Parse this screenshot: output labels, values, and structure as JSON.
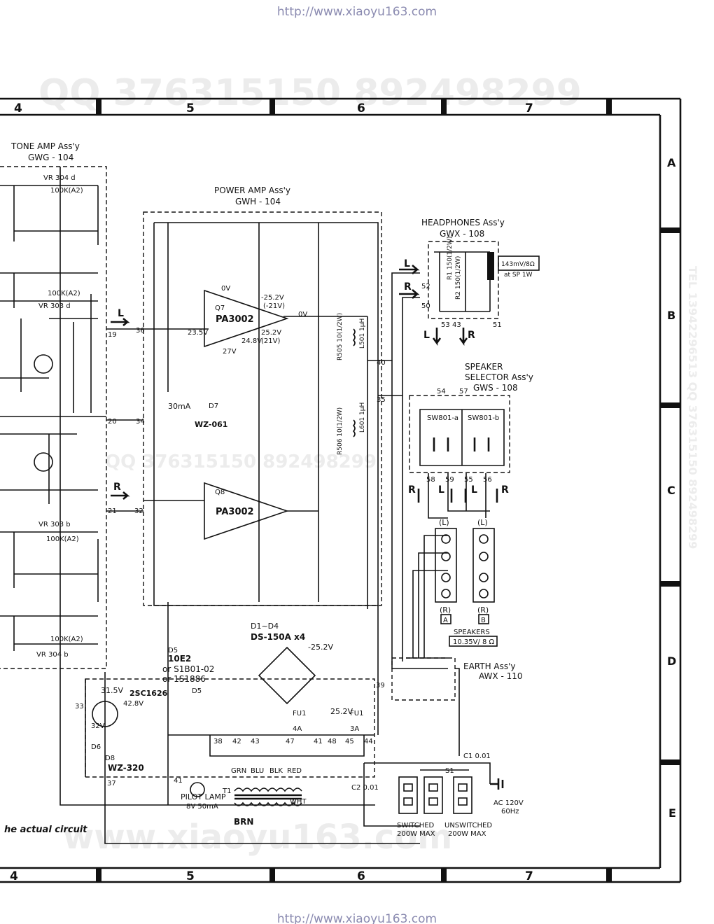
{
  "header_url": "http://www.xiaoyu163.com",
  "footer_url": "http://www.xiaoyu163.com",
  "watermarks": {
    "top": "QQ 376315150   892498299",
    "mid": "QQ 376315150  892498299",
    "bottom": "www.xiaoyu163.com",
    "side": "TEL 13942296513  QQ 376315150 892498299"
  },
  "columns": [
    "4",
    "5",
    "6",
    "7"
  ],
  "rows": [
    "A",
    "B",
    "C",
    "D",
    "E"
  ],
  "blocks": {
    "tone": {
      "title": "TONE AMP Ass'y",
      "model": "GWG - 104"
    },
    "power": {
      "title": "POWER AMP Ass'y",
      "model": "GWH - 104"
    },
    "headphones": {
      "title": "HEADPHONES Ass'y",
      "model": "GWX - 108"
    },
    "speaker": {
      "title": "SPEAKER",
      "title2": "SELECTOR Ass'y",
      "model": "GWS - 108"
    },
    "earth": {
      "title": "EARTH Ass'y",
      "model": "AWX - 110"
    }
  },
  "labels": {
    "ic_top": "PA3002",
    "ic_bot": "PA3002",
    "q7": "Q7",
    "q8": "Q8",
    "v_neg": "-25.2V",
    "v_neg2": "(-21V)",
    "v_pos": "25.2V",
    "v_pos2": "(21V)",
    "v_235": "23.5V",
    "v_248": "24.8V",
    "v_27": "27V",
    "ov": "0V",
    "ma30": "30mA",
    "d7": "D7",
    "wz061": "WZ-061",
    "l_arrow": "L",
    "r_arrow": "R",
    "diodes": "D1~D4",
    "ds150": "DS-150A x4",
    "v252": "-25.2V",
    "v252b": "25.2V",
    "d5": "D5",
    "d5a": "10E2",
    "d5b": "or S1B01-02",
    "d5c": "or 1S1886",
    "v315": "31.5V",
    "tr": "2SC1626",
    "v428": "42.8V",
    "v32": "32V",
    "d6": "D6",
    "d8": "D8",
    "wz320": "WZ-320",
    "pilot": "PILOT LAMP",
    "pilot2": "8V 50mA",
    "t1": "T1",
    "grn": "GRN",
    "blu": "BLU",
    "blk": "BLK",
    "red": "RED",
    "brn": "BRN",
    "wht": "WHT",
    "fu1": "FU1",
    "fu1a": "4A",
    "fu2": "FU1",
    "fu2a": "3A",
    "c1": "C1 0.01",
    "c2": "C2 0.01",
    "s1": "S1",
    "ac": "AC 120V",
    "ac2": "60Hz",
    "switched": "SWITCHED",
    "switched2": "200W MAX",
    "unswitched": "UNSWITCHED",
    "unswitched2": "200W MAX",
    "speakers": "SPEAKERS",
    "speakers_spec": "10.35V/ 8 Ω",
    "hp_spec": "143mV/8Ω",
    "hp_spec2": "at SP 1W",
    "sw_a": "SW801-a",
    "sw_b": "SW801-b",
    "spk_l1": "(L)",
    "spk_l2": "(L)",
    "spk_r1": "(R)",
    "spk_r2": "(R)",
    "spk_a": "A",
    "spk_b": "B",
    "r505": "R505 10(1/2W)",
    "r506": "R506 10(1/2W)",
    "l501": "L501 1μH",
    "l601": "L601 1μH",
    "r1": "R1 150(1/2W)",
    "r2": "R2 150(1/2W)",
    "vr304d": "VR 304 d",
    "vr303d": "VR 303 d",
    "vr303b": "VR 303 b",
    "vr304b": "VR 304 b",
    "k100a": "100K(A2)",
    "n19": "19",
    "n20": "20",
    "n21": "21",
    "n36": "36",
    "n34": "34",
    "n32": "32",
    "n40": "40",
    "n35": "35",
    "n39": "39",
    "n33": "33",
    "n37": "37",
    "n38": "38",
    "n41": "41",
    "n42": "42",
    "n43": "43",
    "n47": "47",
    "n48": "48",
    "n45": "45",
    "n44": "44",
    "n52": "52",
    "n50": "50",
    "n53": "53",
    "n51": "51",
    "n54": "54",
    "n57": "57",
    "n58": "58",
    "n59": "59",
    "n55": "55",
    "n56": "56",
    "footnote": "he actual circuit"
  }
}
